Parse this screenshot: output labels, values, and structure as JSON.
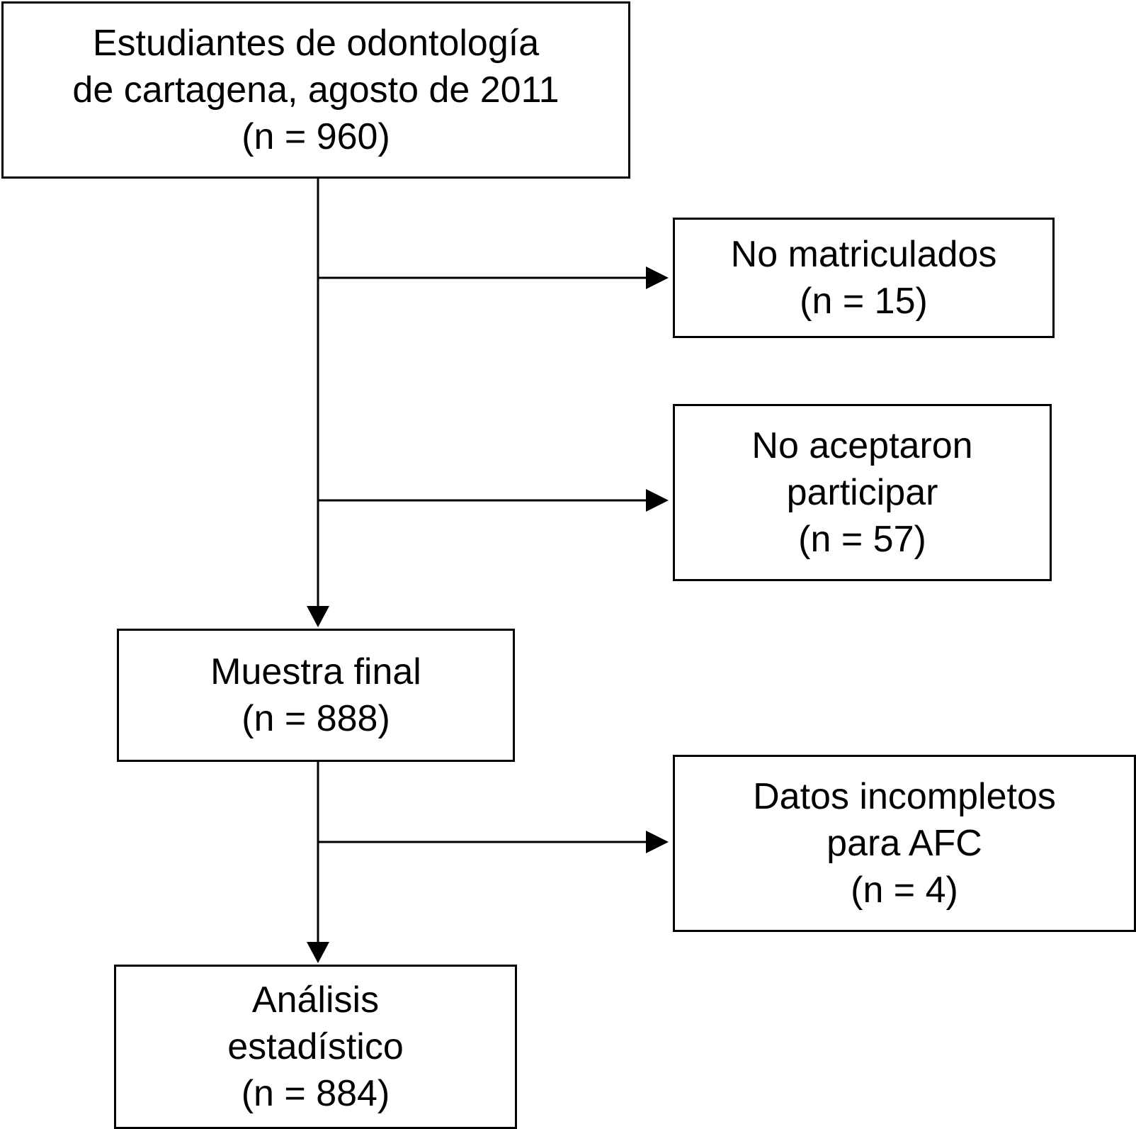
{
  "flowchart": {
    "start": {
      "line1": "Estudiantes de odontología",
      "line2": "de cartagena, agosto de 2011",
      "line3": "(n = 960)"
    },
    "exclusion_not_enrolled": {
      "line1": "No matriculados",
      "line2": "(n = 15)"
    },
    "exclusion_declined": {
      "line1": "No aceptaron",
      "line2": "participar",
      "line3": "(n = 57)"
    },
    "final_sample": {
      "line1": "Muestra final",
      "line2": "(n = 888)"
    },
    "exclusion_incomplete": {
      "line1": "Datos incompletos",
      "line2": "para AFC",
      "line3": "(n = 4)"
    },
    "analysis": {
      "line1": "Análisis",
      "line2": "estadístico",
      "line3": "(n = 884)"
    }
  }
}
